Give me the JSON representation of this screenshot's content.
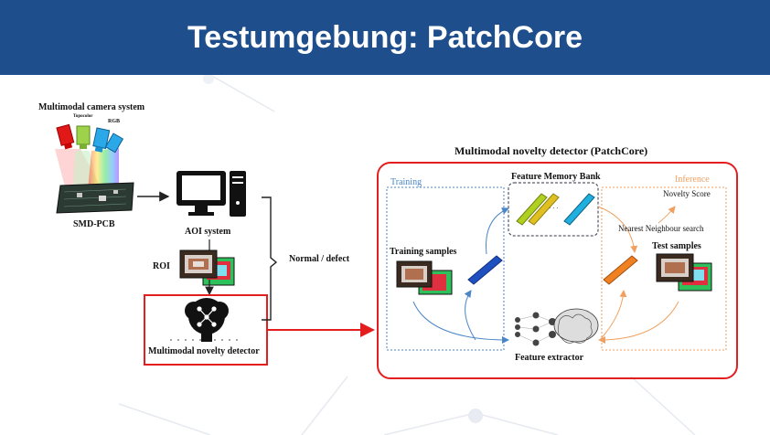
{
  "header": {
    "title": "Testumgebung: PatchCore"
  },
  "left": {
    "camera_title": "Multimodal camera system",
    "topocolor": "Topocolor",
    "rgb": "RGB",
    "pcb": "SMD-PCB",
    "aoi": "AOI system",
    "roi": "ROI",
    "normal_defect": "Normal / defect",
    "detector": "Multimodal novelty detector"
  },
  "right": {
    "title": "Multimodal novelty detector (PatchCore)",
    "training": "Training",
    "inference": "Inference",
    "memory_bank": "Feature Memory Bank",
    "novelty_score": "Novelty Score",
    "nearest": "Nearest Neighbour search",
    "training_samples": "Training samples",
    "test_samples": "Test samples",
    "feature_extractor": "Feature extractor",
    "ellipsis": "· · ·"
  },
  "colors": {
    "header": "#1f4e8c",
    "accent_red": "#e41e1e",
    "training_blue": "#4a86c8",
    "inference_orange": "#f0a060"
  },
  "icons": [
    "camera-red-icon",
    "camera-green-icon",
    "camera-blue-icon",
    "pcb-board-icon",
    "computer-icon",
    "neural-brain-icon",
    "feature-block-icon",
    "neural-network-icon"
  ]
}
